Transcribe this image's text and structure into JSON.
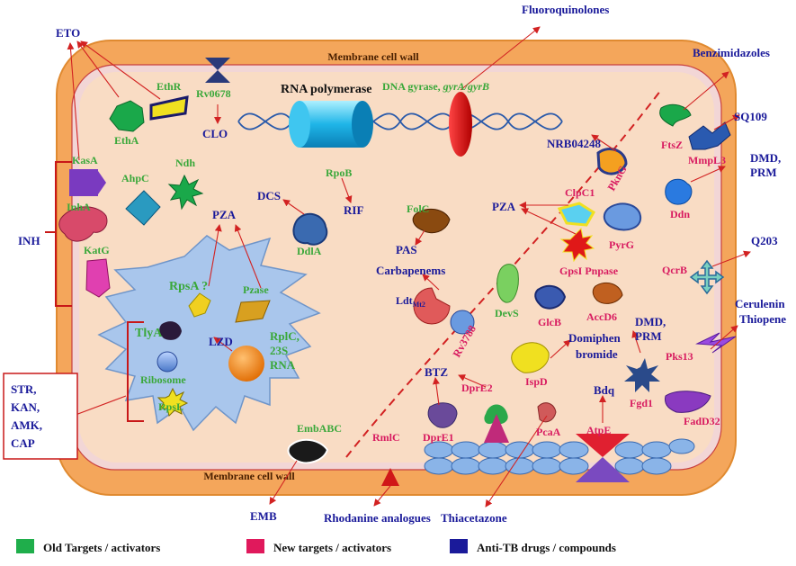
{
  "colors": {
    "old_target": "#1fae4b",
    "new_target": "#e0195c",
    "drug": "#1a1a9a",
    "membrane": "#f4a65b",
    "cytoplasm": "#f9dcc4",
    "arrow": "#d22222"
  },
  "membrane": {
    "top_label": "Membrane cell wall",
    "bottom_label": "Membrane cell wall"
  },
  "drugs": {
    "fluoroquinolones": "Fluoroquinolones",
    "eto": "ETO",
    "benzimidazoles": "Benzimidazoles",
    "sq109": "SQ109",
    "clo": "CLO",
    "dmd_prm_1": "DMD,",
    "dmd_prm_1b": "PRM",
    "nrb": "NRB04248",
    "rif": "RIF",
    "dcs": "DCS",
    "pza_left": "PZA",
    "pza_right": "PZA",
    "pas": "PAS",
    "carbapenems": "Carbapenems",
    "inh": "INH",
    "q203": "Q203",
    "cerulenin": "Cerulenin",
    "thiopene": "Thiopene",
    "lzd": "LZD",
    "domiphen_1": "Domiphen",
    "domiphen_2": "bromide",
    "dmd_prm_2": "DMD,",
    "dmd_prm_2b": "PRM",
    "btz": "BTZ",
    "bdq": "Bdq",
    "emb": "EMB",
    "rhodanine": "Rhodanine analogues",
    "thiacetazone": "Thiacetazone",
    "str_box": [
      "STR,",
      "KAN,",
      "AMK,",
      "CAP"
    ]
  },
  "targets": {
    "rna_polymerase": "RNA polymerase",
    "dna_gyrase_prefix": "DNA gyrase, ",
    "dna_gyrase_genes": "gyrA/gyrB",
    "ethr": "EthR",
    "rv0678": "Rv0678",
    "etha": "EthA",
    "kasa": "KasA",
    "ahpc": "AhpC",
    "ndh": "Ndh",
    "inha": "InhA",
    "katg": "KatG",
    "rpob": "RpoB",
    "ddla": "DdlA",
    "folc": "FolC",
    "ftsz": "FtsZ",
    "mmpl3": "MmpL3",
    "pkng": "PknG",
    "clpc1": "ClpC1",
    "ddn": "Ddn",
    "pyrg": "PyrG",
    "gpsi": "GpsI Pnpase",
    "qcrb": "QcrB",
    "rpsa": "RpsA ?",
    "pzase": "Pzase",
    "tlya": "TlyA",
    "ribosome": "Ribosome",
    "rplc": [
      "RplC,",
      "23S",
      "RNA"
    ],
    "rpsl": "RpsL",
    "ldt": "Ldt",
    "ldt_sub": "Mt2",
    "devs": "DevS",
    "glcb": "GlcB",
    "accd6": "AccD6",
    "rv3788": "Rv3788",
    "dpre2": "DprE2",
    "dpre1": "DprE1",
    "ispd": "IspD",
    "pcaa": "PcaA",
    "atpe": "AtpE",
    "fgd1": "Fgd1",
    "pks13": "Pks13",
    "fadd32": "FadD32",
    "embabc": "EmbABC",
    "rmlc": "RmlC"
  },
  "legend": [
    {
      "label": "Old Targets / activators",
      "color": "#1fae4b"
    },
    {
      "label": "New targets / activators",
      "color": "#e0195c"
    },
    {
      "label": "Anti-TB drugs / compounds",
      "color": "#1a1a9a"
    }
  ]
}
